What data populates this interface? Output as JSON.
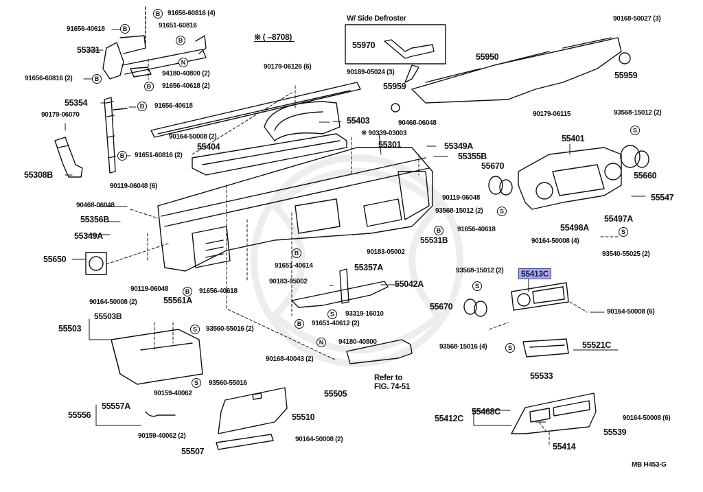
{
  "diagram": {
    "figure_code": "MB  H453-G",
    "note_star": "※ (      –8708)",
    "inset_title": "W/ Side Defroster",
    "refer_note": [
      "Refer to",
      "FIG. 74-51"
    ],
    "highlight_color": "#a9ace6",
    "highlighted_part": "55413C",
    "symbols": {
      "B": "B",
      "N": "N",
      "S": "S"
    },
    "labels": {
      "p91656_60816_4": "91656-60816 (4)",
      "p91656_40618_a": "91656-40618",
      "p91651_60816": "91651-60816",
      "p55331": "55331",
      "p91656_60816_2": "91656-60816 (2)",
      "p94180_40800_2": "94180-40800 (2)",
      "p91656_40618_2": "91656-40618 (2)",
      "p55354": "55354",
      "p91656_40618_b": "91656-40618",
      "p90179_06070": "90179-06070",
      "p90164_50008_2a": "90164-50008 (2)",
      "p55404": "55404",
      "p91651_60816_2": "91651-60816 (2)",
      "p55308B": "55308B",
      "p90179_06126_6": "90179-06126 (6)",
      "p90189_05024_3": "90189-05024 (3)",
      "p55970": "55970",
      "p55959_a": "55959",
      "p55950": "55950",
      "p90168_50027_3": "90168-50027 (3)",
      "p55959_b": "55959",
      "p90179_06115": "90179-06115",
      "p55403": "55403",
      "p90339_03003": "※ 90339-03003",
      "p90468_06048_a": "90468-06048",
      "p55301": "55301",
      "p55349A_a": "55349A",
      "p55355B": "55355B",
      "p55670_a": "55670",
      "p90119_06048_a": "90119-06048",
      "p93568_15012_2a": "93568-15012 (2)",
      "p91656_40618_c": "91656-40618",
      "p55531B": "55531B",
      "p90183_05002_a": "90183-05002",
      "p55401": "55401",
      "p93568_15012_2b": "93568-15012 (2)",
      "p55660": "55660",
      "p55547": "55547",
      "p55497A": "55497A",
      "p55498A": "55498A",
      "p90164_50008_4": "90164-50008 (4)",
      "p93540_55025_2": "93540-55025 (2)",
      "p90119_06048_6": "90119-06048 (6)",
      "p90468_06048_b": "90468-06048",
      "p55356B": "55356B",
      "p55349A_b": "55349A",
      "p55650": "55650",
      "p90119_06048_b": "90119-06048",
      "p91656_40618_d": "91656-40618",
      "p90164_50008_2b": "90164-50008 (2)",
      "p91651_40614": "91651-40614",
      "p90183_05002_b": "90183-05002",
      "p55357A": "55357A",
      "p55042A": "55042A",
      "p93319_16010": "93319-16010",
      "p91651_40612_2": "91651-40612 (2)",
      "p55561A": "55561A",
      "p55503B": "55503B",
      "p55503": "55503",
      "p93560_55016_2": "93560-55016 (2)",
      "p93560_55016": "93560-55016",
      "p94180_40800": "94180-40800",
      "p90168_40043_2": "90168-40043 (2)",
      "p55505": "55505",
      "p90159_40062_a": "90159-40062",
      "p55557A": "55557A",
      "p55556": "55556",
      "p55510": "55510",
      "p90159_40062_2": "90159-40062 (2)",
      "p90164_50008_2c": "90164-50008 (2)",
      "p55507": "55507",
      "p93568_15012_2c": "93568-15012 (2)",
      "p55413C": "55413C",
      "p55670_b": "55670",
      "p90164_50008_6a": "90164-50008 (6)",
      "p93568_15016_4": "93568-15016 (4)",
      "p55521C": "55521C",
      "p55533": "55533",
      "p55468C": "55468C",
      "p55412C": "55412C",
      "p90164_50008_6b": "90164-50008 (6)",
      "p55539": "55539",
      "p55414": "55414"
    }
  }
}
